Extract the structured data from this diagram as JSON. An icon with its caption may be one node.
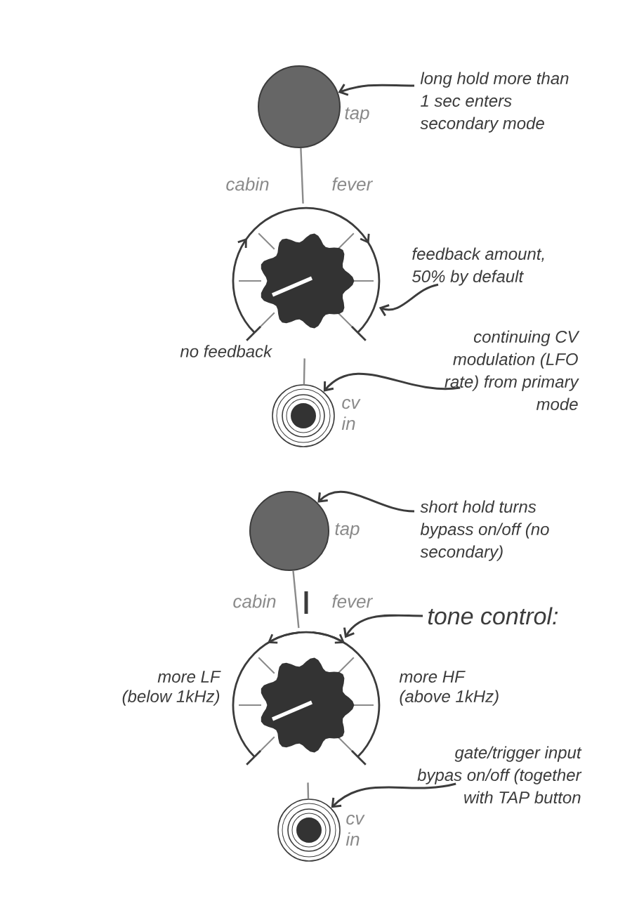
{
  "diagram": {
    "nodes": [
      {
        "text": [],
        "shape": "circle",
        "beside": [
          "tap"
        ]
      },
      {
        "text": [
          "long hold more than 1 sec enters secondary mode"
        ]
      },
      {
        "text": [],
        "shape": "knob"
      },
      {
        "text": [
          "feedback amount, 50% by default"
        ]
      },
      {
        "text": [],
        "shape": "circle",
        "beside": [
          "cv in"
        ]
      },
      {
        "text": [
          "continuing CV modulation (LFO rate) from primary mode"
        ]
      },
      {
        "text": [],
        "shape": "circle",
        "beside": [
          "tap"
        ]
      },
      {
        "text": [
          "short hold turns bypass on/off (no secondary)"
        ]
      },
      {
        "text": [],
        "shape": "knob",
        "beside": [
          "more LF (below 1kHz)",
          "more HF (above 1kHz)"
        ]
      },
      {
        "text": [
          "tone control:"
        ]
      },
      {
        "text": [],
        "shape": "circle",
        "beside": [
          "cv in"
        ]
      },
      {
        "text": [
          "gate/trigger input bypas on/off (together with TAP button"
        ]
      }
    ],
    "edges": [
      {
        "from": 1,
        "to": 0,
        "arrow": "to"
      },
      {
        "from": 0,
        "to": 2,
        "arrow": "none"
      },
      {
        "from": 3,
        "to": 2,
        "arrow": "to"
      },
      {
        "from": 2,
        "to": 4,
        "arrow": "none"
      },
      {
        "from": 5,
        "to": 4,
        "arrow": "to"
      },
      {
        "from": 7,
        "to": 6,
        "arrow": "to"
      },
      {
        "from": 6,
        "to": 8,
        "arrow": "none"
      },
      {
        "from": 9,
        "to": 8,
        "arrow": "to"
      },
      {
        "from": 8,
        "to": 10,
        "arrow": "none"
      },
      {
        "from": 11,
        "to": 10,
        "arrow": "to"
      }
    ],
    "labels": [
      "cabin",
      "fever",
      "no feedback",
      "cabin",
      "fever"
    ]
  }
}
